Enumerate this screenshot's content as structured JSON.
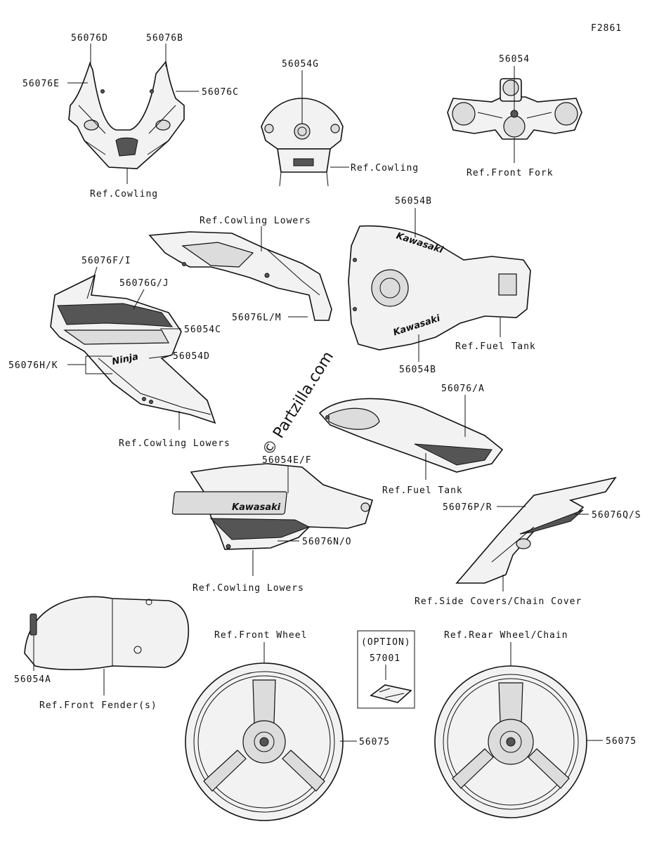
{
  "figure_id": "F2861",
  "watermark": "© Partzilla.com",
  "callouts": {
    "p56076D": "56076D",
    "p56076B": "56076B",
    "p56076E": "56076E",
    "p56076C": "56076C",
    "p56054G": "56054G",
    "p56054": "56054",
    "p56054B_top": "56054B",
    "p56054B_bottom": "56054B",
    "p56076FI": "56076F/I",
    "p56076GJ": "56076G/J",
    "p56054C": "56054C",
    "p56054D": "56054D",
    "p56076HK": "56076H/K",
    "p56076LM": "56076L/M",
    "p56076A": "56076/A",
    "p56054EF": "56054E/F",
    "p56076NO": "56076N/O",
    "p56076PR": "56076P/R",
    "p56076QS": "56076Q/S",
    "p56054A": "56054A",
    "p57001": "57001",
    "option": "(OPTION)",
    "p56075_front": "56075",
    "p56075_rear": "56075"
  },
  "refs": {
    "cowling_1": "Ref.Cowling",
    "cowling_2": "Ref.Cowling",
    "front_fork": "Ref.Front Fork",
    "cowling_lowers_1": "Ref.Cowling Lowers",
    "fuel_tank_1": "Ref.Fuel Tank",
    "cowling_lowers_2": "Ref.Cowling Lowers",
    "fuel_tank_2": "Ref.Fuel Tank",
    "cowling_lowers_3": "Ref.Cowling Lowers",
    "side_covers": "Ref.Side Covers/Chain Cover",
    "front_wheel": "Ref.Front Wheel",
    "rear_wheel": "Ref.Rear Wheel/Chain",
    "front_fender": "Ref.Front Fender(s)"
  },
  "decal_text": {
    "kawasaki": "Kawasaki",
    "ninja": "Ninja"
  }
}
